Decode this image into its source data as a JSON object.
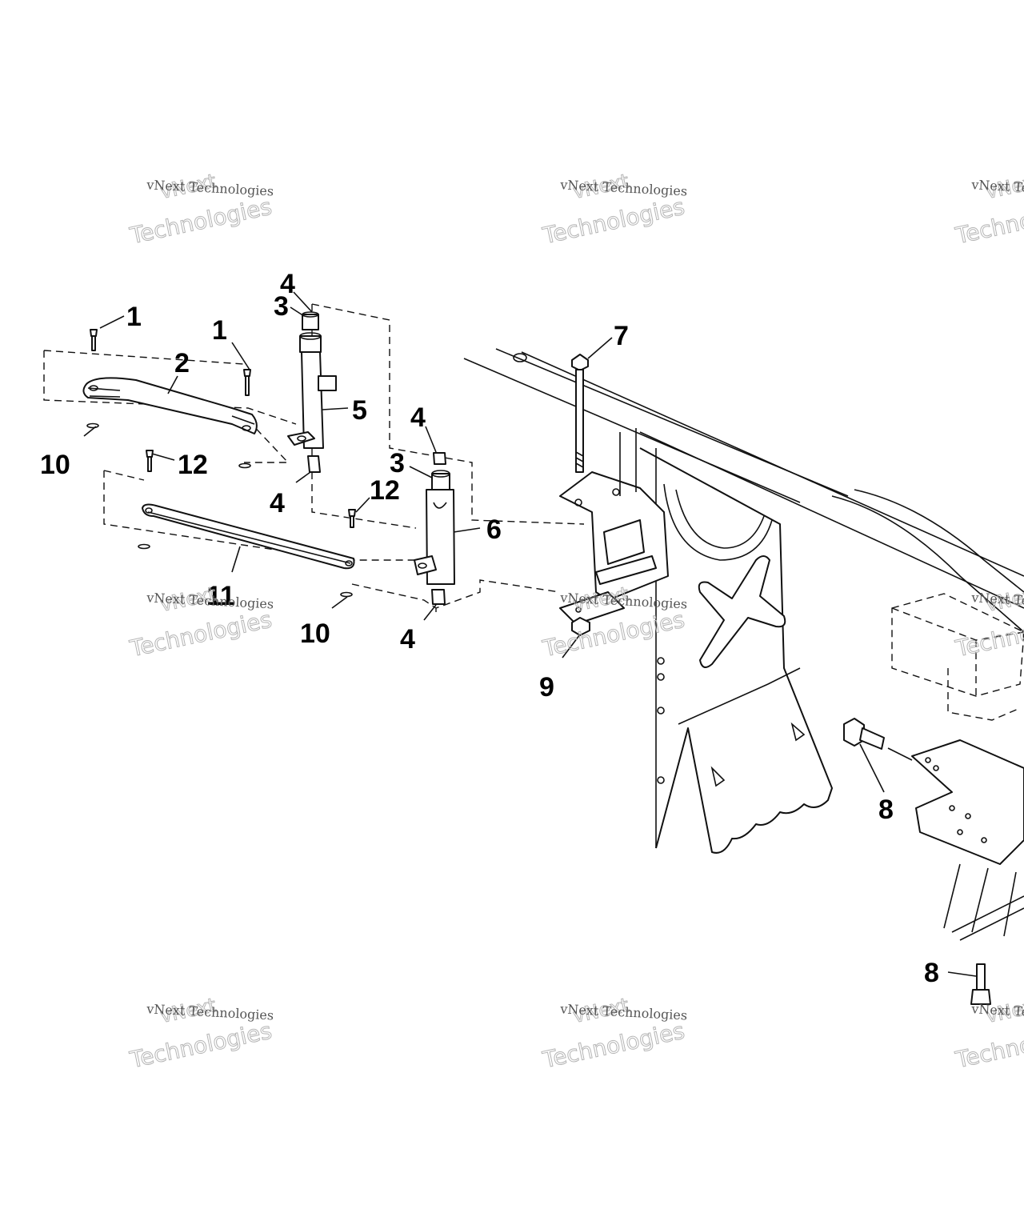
{
  "callouts": {
    "c1a": "1",
    "c1b": "1",
    "c2": "2",
    "c3a": "3",
    "c3b": "3",
    "c4a": "4",
    "c4b": "4",
    "c4c": "4",
    "c4d": "4",
    "c5": "5",
    "c6": "6",
    "c7": "7",
    "c8a": "8",
    "c8b": "8",
    "c9": "9",
    "c10a": "10",
    "c10b": "10",
    "c11": "11",
    "c12a": "12",
    "c12b": "12"
  },
  "watermark": {
    "line1": "vNext",
    "line2": "vNext Technologies",
    "line3": "Technologies"
  }
}
